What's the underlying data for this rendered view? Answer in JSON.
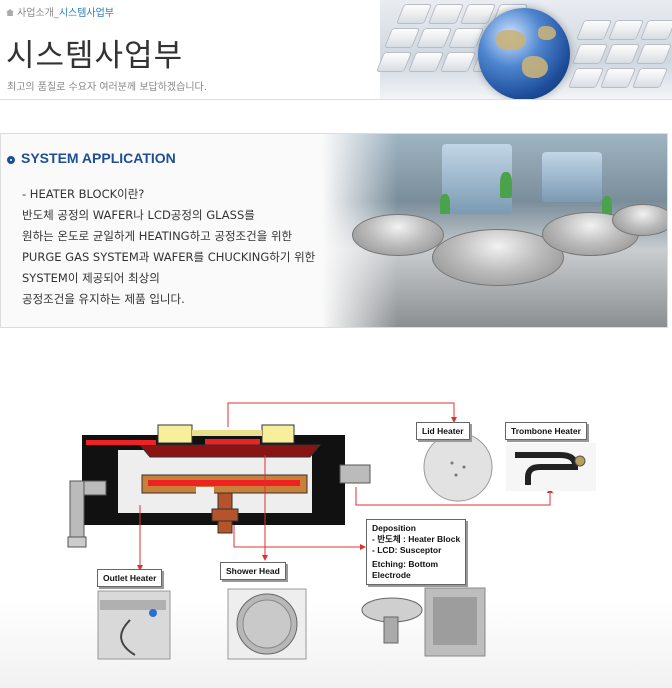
{
  "breadcrumb": {
    "parent": "사업소개",
    "separator": "_",
    "current": "시스템사업부"
  },
  "header": {
    "title": "시스템사업부",
    "subtitle": "최고의 품질로 수요자 여러분께 보답하겠습니다."
  },
  "section": {
    "heading": "SYSTEM APPLICATION",
    "lines": [
      "- HEATER BLOCK이란?",
      "반도체 공정의 WAFER나 LCD공정의 GLASS를",
      "원하는 온도로 균일하게 HEATING하고 공정조건을 위한",
      "PURGE GAS SYSTEM과 WAFER를 CHUCKING하기 위한",
      "SYSTEM이 제공되어 최상의",
      "공정조건을 유지하는 제품 입니다."
    ]
  },
  "diagram": {
    "labels": {
      "lid_heater": "Lid Heater",
      "trombone_heater": "Trombone Heater",
      "outlet_heater": "Outlet Heater",
      "shower_head": "Shower Head",
      "deposition": "Deposition",
      "dep_semi": "- 반도체 : Heater Block",
      "dep_lcd": "- LCD: Susceptor",
      "etching": "Etching: Bottom",
      "electrode": "Electrode"
    }
  },
  "colors": {
    "accent": "#1f4e96",
    "breadcrumb_active": "#2a7bc2",
    "arrow": "#e03030"
  }
}
